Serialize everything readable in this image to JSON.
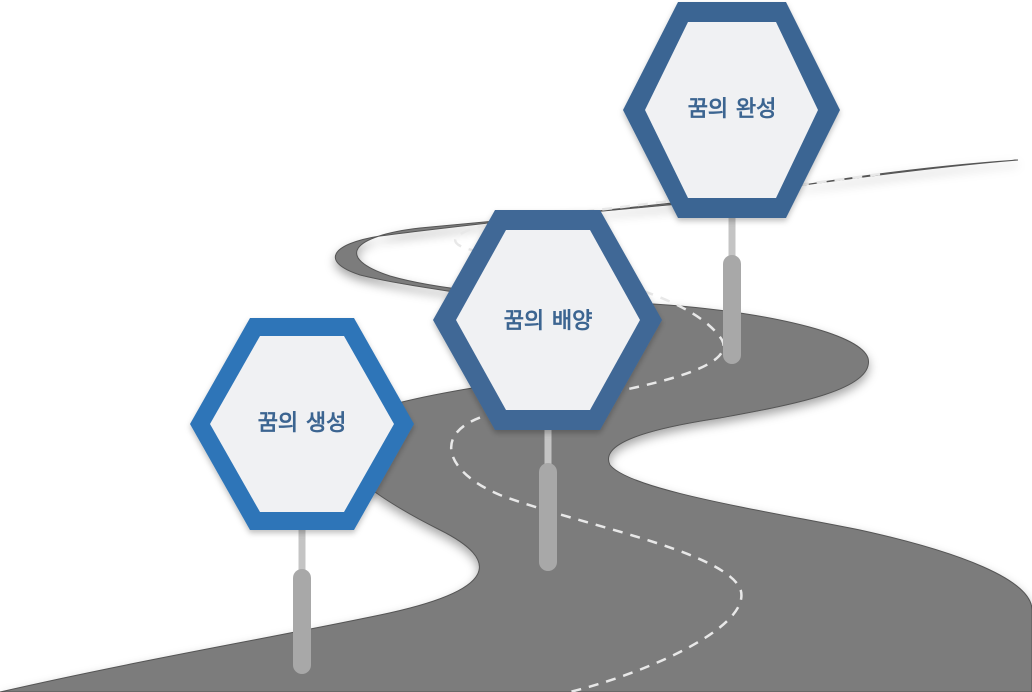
{
  "diagram": {
    "colors": {
      "road": "#7c7c7c",
      "road_edge": "#555555",
      "road_dash": "#e8e8e8",
      "post": "#a8a8a8",
      "post_thin": "#c4c4c4",
      "sign_inner": "#f0f1f3",
      "label_text": "#3c6591"
    },
    "milestones": [
      {
        "label": "꿈의 생성",
        "ring_color": "#2d75b8"
      },
      {
        "label": "꿈의 배양",
        "ring_color": "#3f6896"
      },
      {
        "label": "꿈의 완성",
        "ring_color": "#3a6593"
      }
    ]
  }
}
